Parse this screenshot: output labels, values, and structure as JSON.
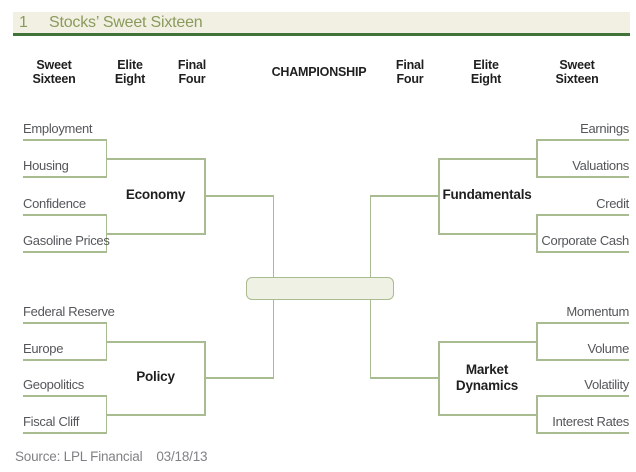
{
  "title_bar": {
    "number": "1",
    "title": "Stocks’ Sweet Sixteen"
  },
  "round_headers": {
    "left_sweet_sixteen": "Sweet\nSixteen",
    "left_elite_eight": "Elite\nEight",
    "left_final_four": "Final\nFour",
    "championship": "CHAMPIONSHIP",
    "right_final_four": "Final\nFour",
    "right_elite_eight": "Elite\nEight",
    "right_sweet_sixteen": "Sweet\nSixteen"
  },
  "bracket": {
    "left_top": {
      "teams": [
        "Employment",
        "Housing",
        "Confidence",
        "Gasoline Prices"
      ],
      "winner": "Economy"
    },
    "left_bottom": {
      "teams": [
        "Federal Reserve",
        "Europe",
        "Geopolitics",
        "Fiscal Cliff"
      ],
      "winner": "Policy"
    },
    "right_top": {
      "teams": [
        "Earnings",
        "Valuations",
        "Credit",
        "Corporate Cash"
      ],
      "winner": "Fundamentals"
    },
    "right_bottom": {
      "teams": [
        "Momentum",
        "Volume",
        "Volatility",
        "Interest Rates"
      ],
      "winner": "Market\nDynamics"
    }
  },
  "footer": {
    "source": "Source: LPL Financial",
    "date": "03/18/13"
  },
  "colors": {
    "bracket_line": "#a9bb90",
    "title_green": "#8a9a5c",
    "rule_green": "#3f7337",
    "title_band_bg": "#f2f0e2",
    "team_label_gray": "#54565a",
    "bold_label_black": "#1f1f1f",
    "footer_gray": "#7f8184",
    "championship_fill": "#eef1e3"
  }
}
